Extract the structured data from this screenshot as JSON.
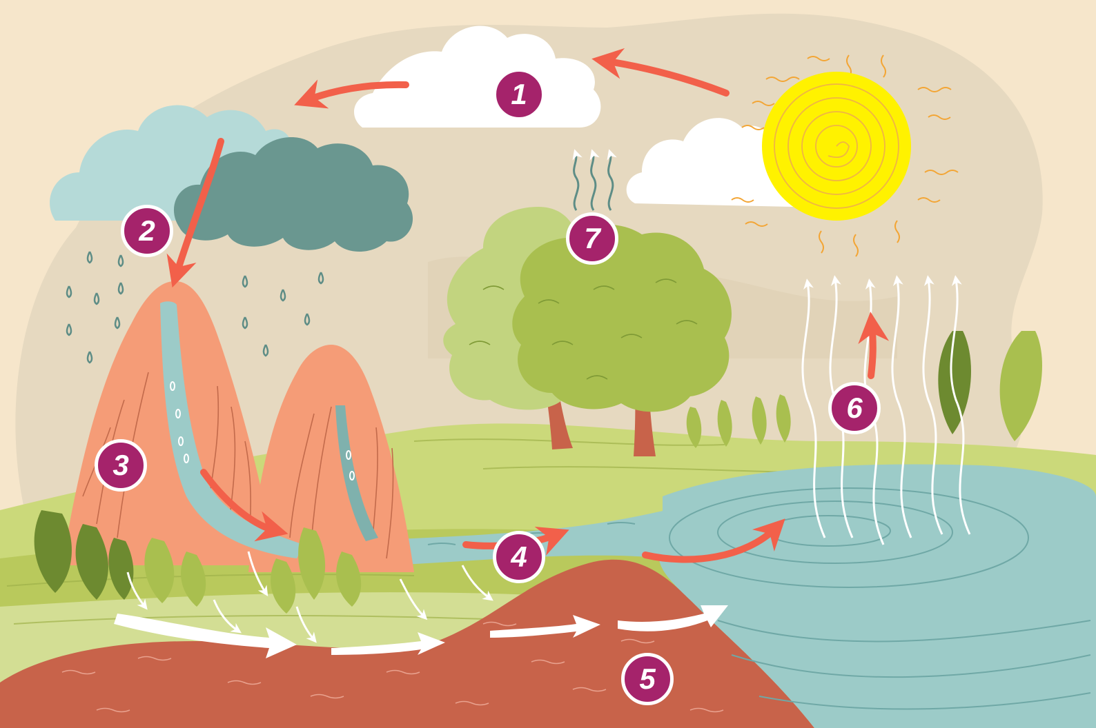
{
  "colors": {
    "badge": "#a5236b",
    "badge_border": "#ffffff",
    "arrow_red": "#f2604a",
    "sky": "#f6e6cb",
    "backdrop": "#e6d9c0",
    "water": "#9ccbc8",
    "soil": "#c8634a",
    "mountain": "#f59c77",
    "sun": "#fff200",
    "grass_light": "#cddb7e",
    "grass_mid": "#b5c452",
    "tree_light": "#c2d47f",
    "tree_mid": "#a9bf4f",
    "cloud_light": "#b5dad8",
    "cloud_dark": "#6a9790"
  },
  "steps": [
    {
      "id": "1",
      "label": "1",
      "meaning": "condensation",
      "icon": "cloud-icon"
    },
    {
      "id": "2",
      "label": "2",
      "meaning": "precipitation",
      "icon": "rain-cloud-icon"
    },
    {
      "id": "3",
      "label": "3",
      "meaning": "runoff",
      "icon": "mountain-icon"
    },
    {
      "id": "4",
      "label": "4",
      "meaning": "collection",
      "icon": "river-icon"
    },
    {
      "id": "5",
      "label": "5",
      "meaning": "infiltration",
      "icon": "ground-icon"
    },
    {
      "id": "6",
      "label": "6",
      "meaning": "evaporation",
      "icon": "sun-icon"
    },
    {
      "id": "7",
      "label": "7",
      "meaning": "transpiration",
      "icon": "tree-icon"
    }
  ]
}
